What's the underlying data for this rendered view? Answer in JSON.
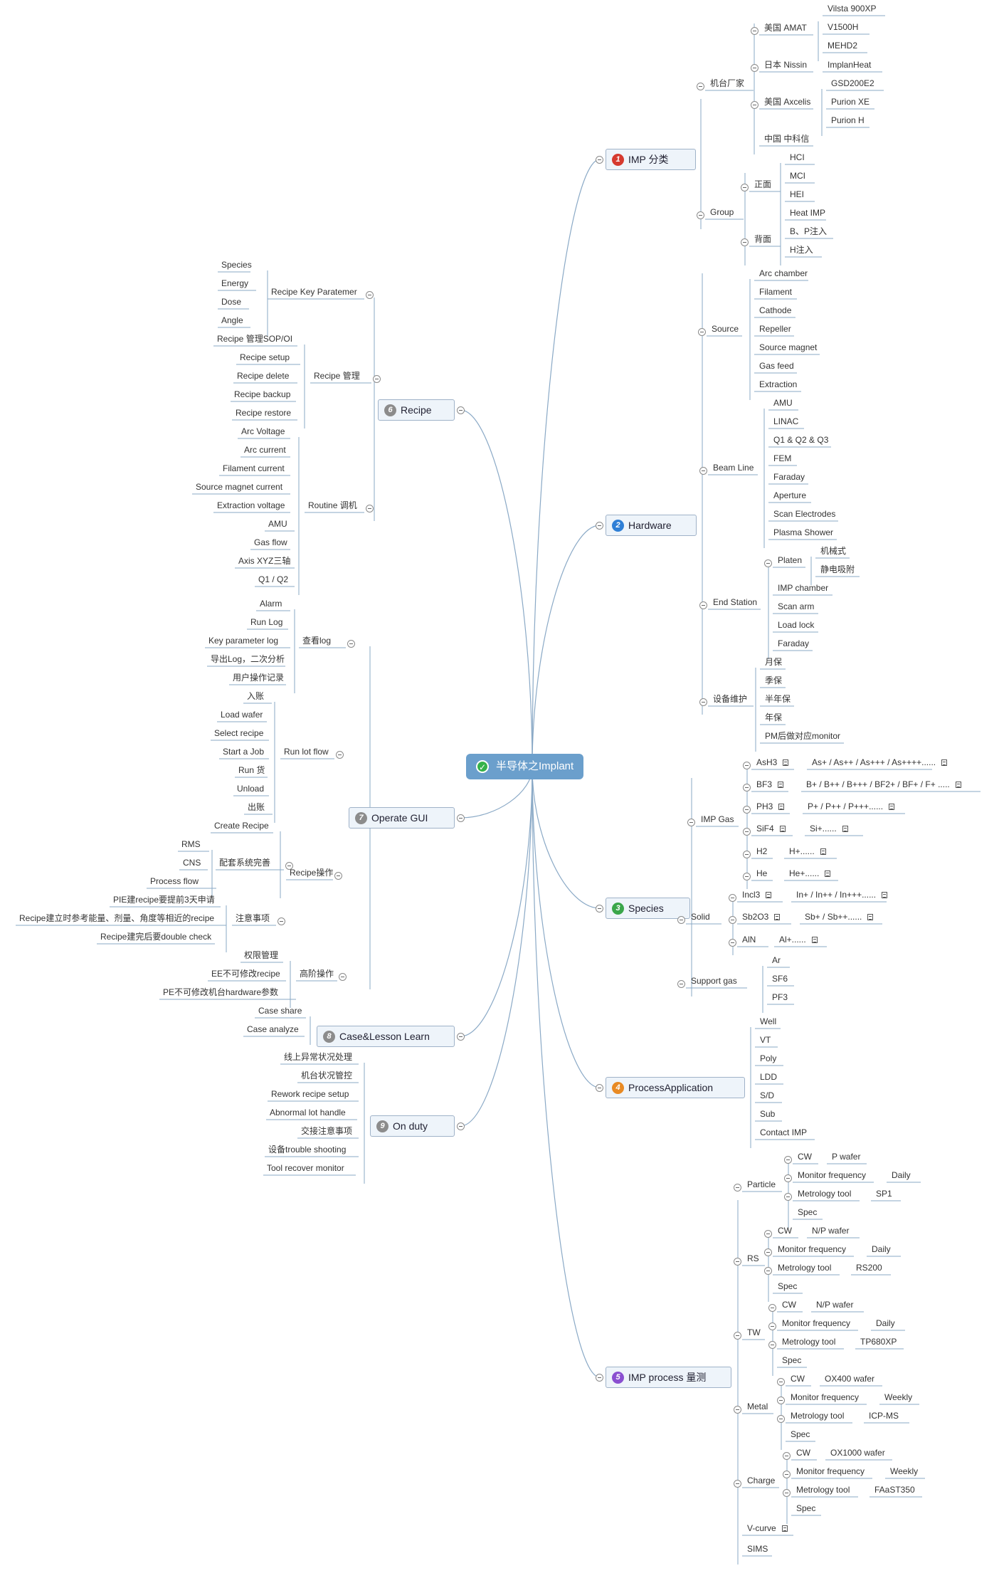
{
  "central": {
    "title": "半导体之Implant"
  },
  "colors": {
    "central_bg": "#6b9fcc",
    "check": "#36b24a",
    "line": "#8aa9c6",
    "badge_1": "#d63a2f",
    "badge_2": "#2f7fd6",
    "badge_3": "#3aa64a",
    "badge_4": "#e88a24",
    "badge_5": "#8a4fd0",
    "badge_6": "#8c8c8c",
    "badge_7": "#8c8c8c",
    "badge_8": "#8c8c8c",
    "badge_9": "#8c8c8c"
  },
  "topics": [
    {
      "num": "1",
      "label": "IMP 分类"
    },
    {
      "num": "2",
      "label": "Hardware"
    },
    {
      "num": "3",
      "label": "Species"
    },
    {
      "num": "4",
      "label": "ProcessApplication"
    },
    {
      "num": "5",
      "label": "IMP process 量测"
    },
    {
      "num": "6",
      "label": "Recipe"
    },
    {
      "num": "7",
      "label": "Operate GUI"
    },
    {
      "num": "8",
      "label": "Case&Lesson Learn"
    },
    {
      "num": "9",
      "label": "On duty"
    }
  ],
  "nodes": [
    "机台厂家",
    "美国 AMAT",
    "Vilsta 900XP",
    "V1500H",
    "MEHD2",
    "日本 Nissin",
    "ImplanHeat",
    "美国 Axcelis",
    "GSD200E2",
    "Purion XE",
    "Purion H",
    "中国 中科信",
    "Group",
    "正面",
    "HCI",
    "MCI",
    "HEI",
    "Heat IMP",
    "背面",
    "B、P注入",
    "H注入",
    "Source",
    "Arc chamber",
    "Filament",
    "Cathode",
    "Repeller",
    "Source magnet",
    "Gas feed",
    "Extraction",
    "Beam Line",
    "AMU",
    "LINAC",
    "Q1 & Q2 & Q3",
    "FEM",
    "Faraday",
    "Aperture",
    "Scan Electrodes",
    "Plasma Shower",
    "End Station",
    "Platen",
    "机械式",
    "静电吸附",
    "IMP chamber",
    "Scan arm",
    "Load lock",
    "Faraday",
    "设备维护",
    "月保",
    "季保",
    "半年保",
    "年保",
    "PM后做对应monitor",
    "IMP Gas",
    "AsH3",
    "As+ / As++ / As+++ / As++++......",
    "BF3",
    "B+ / B++ / B+++ / BF2+ / BF+ / F+ .....",
    "PH3",
    "P+ / P++ / P+++......",
    "SiF4",
    "Si+......",
    "H2",
    "H+......",
    "He",
    "He+......",
    "Solid",
    "Incl3",
    "In+ / In++ / In+++......",
    "Sb2O3",
    "Sb+ / Sb++......",
    "AlN",
    "Al+......",
    "Support gas",
    "Ar",
    "SF6",
    "PF3",
    "Well",
    "VT",
    "Poly",
    "LDD",
    "S/D",
    "Sub",
    "Contact IMP",
    "Particle",
    "CW",
    "P wafer",
    "Monitor frequency",
    "Daily",
    "Metrology tool",
    "SP1",
    "Spec",
    "RS",
    "CW",
    "N/P wafer",
    "Monitor frequency",
    "Daily",
    "Metrology tool",
    "RS200",
    "Spec",
    "TW",
    "CW",
    "N/P wafer",
    "Monitor frequency",
    "Daily",
    "Metrology tool",
    "TP680XP",
    "Spec",
    "Metal",
    "CW",
    "OX400 wafer",
    "Monitor frequency",
    "Weekly",
    "Metrology tool",
    "ICP-MS",
    "Spec",
    "Charge",
    "CW",
    "OX1000 wafer",
    "Monitor frequency",
    "Weekly",
    "Metrology tool",
    "FAaST350",
    "Spec",
    "V-curve",
    "SIMS",
    "Recipe Key Paratemer",
    "Species",
    "Energy",
    "Dose",
    "Angle",
    "Recipe 管理",
    "Recipe 管理SOP/OI",
    "Recipe setup",
    "Recipe delete",
    "Recipe backup",
    "Recipe restore",
    "Routine 调机",
    "Arc Voltage",
    "Arc current",
    "Filament current",
    "Source magnet current",
    "Extraction voltage",
    "AMU",
    "Gas flow",
    "Axis XYZ三轴",
    "Q1 / Q2",
    "查看log",
    "Alarm",
    "Run Log",
    "Key parameter log",
    "导出Log，二次分析",
    "用户操作记录",
    "Run lot flow",
    "入账",
    "Load wafer",
    "Select recipe",
    "Start a Job",
    "Run 货",
    "Unload",
    "出账",
    "Recipe操作",
    "Create Recipe",
    "配套系统完善",
    "RMS",
    "CNS",
    "Process flow",
    "注意事项",
    "PIE建recipe要提前3天申请",
    "Recipe建立时参考能量、剂量、角度等相近的recipe",
    "Recipe建完后要double check",
    "高阶操作",
    "权限管理",
    "EE不可修改recipe",
    "PE不可修改机台hardware参数",
    "Case share",
    "Case analyze",
    "线上异常状况处理",
    "机台状况管控",
    "Rework recipe setup",
    "Abnormal lot handle",
    "交接注意事项",
    "设备trouble shooting",
    "Tool recover monitor"
  ]
}
